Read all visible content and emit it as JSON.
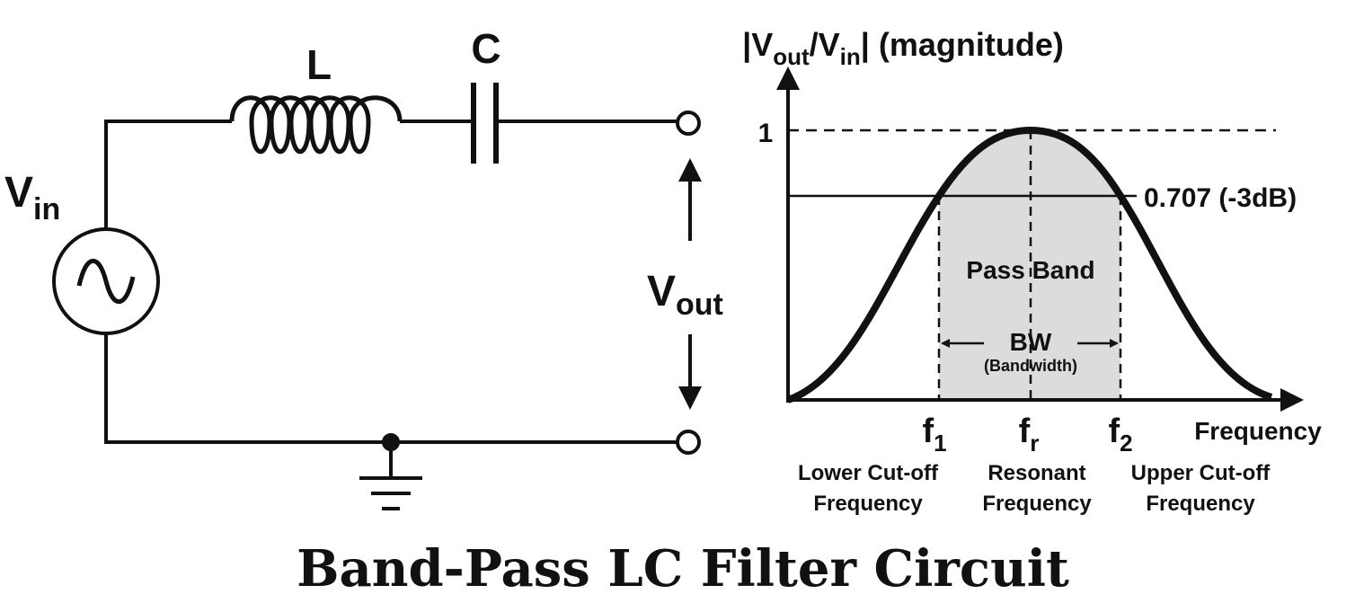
{
  "title": "Band-Pass LC Filter Circuit",
  "circuit": {
    "inductor_label": "L",
    "capacitor_label": "C",
    "vin_main": "V",
    "vin_sub": "in",
    "vout_main": "V",
    "vout_sub": "out"
  },
  "graph": {
    "y_axis_label_parts": [
      "|V",
      "out",
      "/V",
      "in",
      "| (magnitude)"
    ],
    "x_axis_label": "Frequency",
    "peak_label": "1",
    "cutoff_label": "0.707 (-3dB)",
    "pass_band_label": "Pass Band",
    "bw_label": "BW",
    "bw_sub_label": "(Bandwidth)",
    "f1": {
      "main": "f",
      "sub": "1",
      "desc1": "Lower Cut-off",
      "desc2": "Frequency"
    },
    "fr": {
      "main": "f",
      "sub": "r",
      "desc1": "Resonant",
      "desc2": "Frequency"
    },
    "f2": {
      "main": "f",
      "sub": "2",
      "desc1": "Upper Cut-off",
      "desc2": "Frequency"
    }
  },
  "colors": {
    "line": "#111111",
    "shade": "#dcdcdc"
  }
}
